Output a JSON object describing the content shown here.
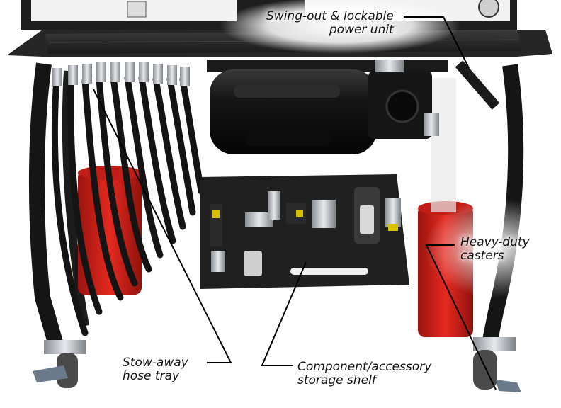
{
  "callouts": {
    "power_unit": "Swing-out & lockable\npower unit",
    "casters": "Heavy-duty\ncasters",
    "hose_tray": "Stow-away\nhose tray",
    "shelf": "Component/accessory\nstorage shelf"
  },
  "colors": {
    "cart_frame": "#1c1c1c",
    "motor": "#111111",
    "shelf_plate": "#222222",
    "reservoir_red": "#d8241c",
    "chrome": "#b8bcc0",
    "panel_white": "#f2f2f2",
    "leader_line": "#000000"
  }
}
